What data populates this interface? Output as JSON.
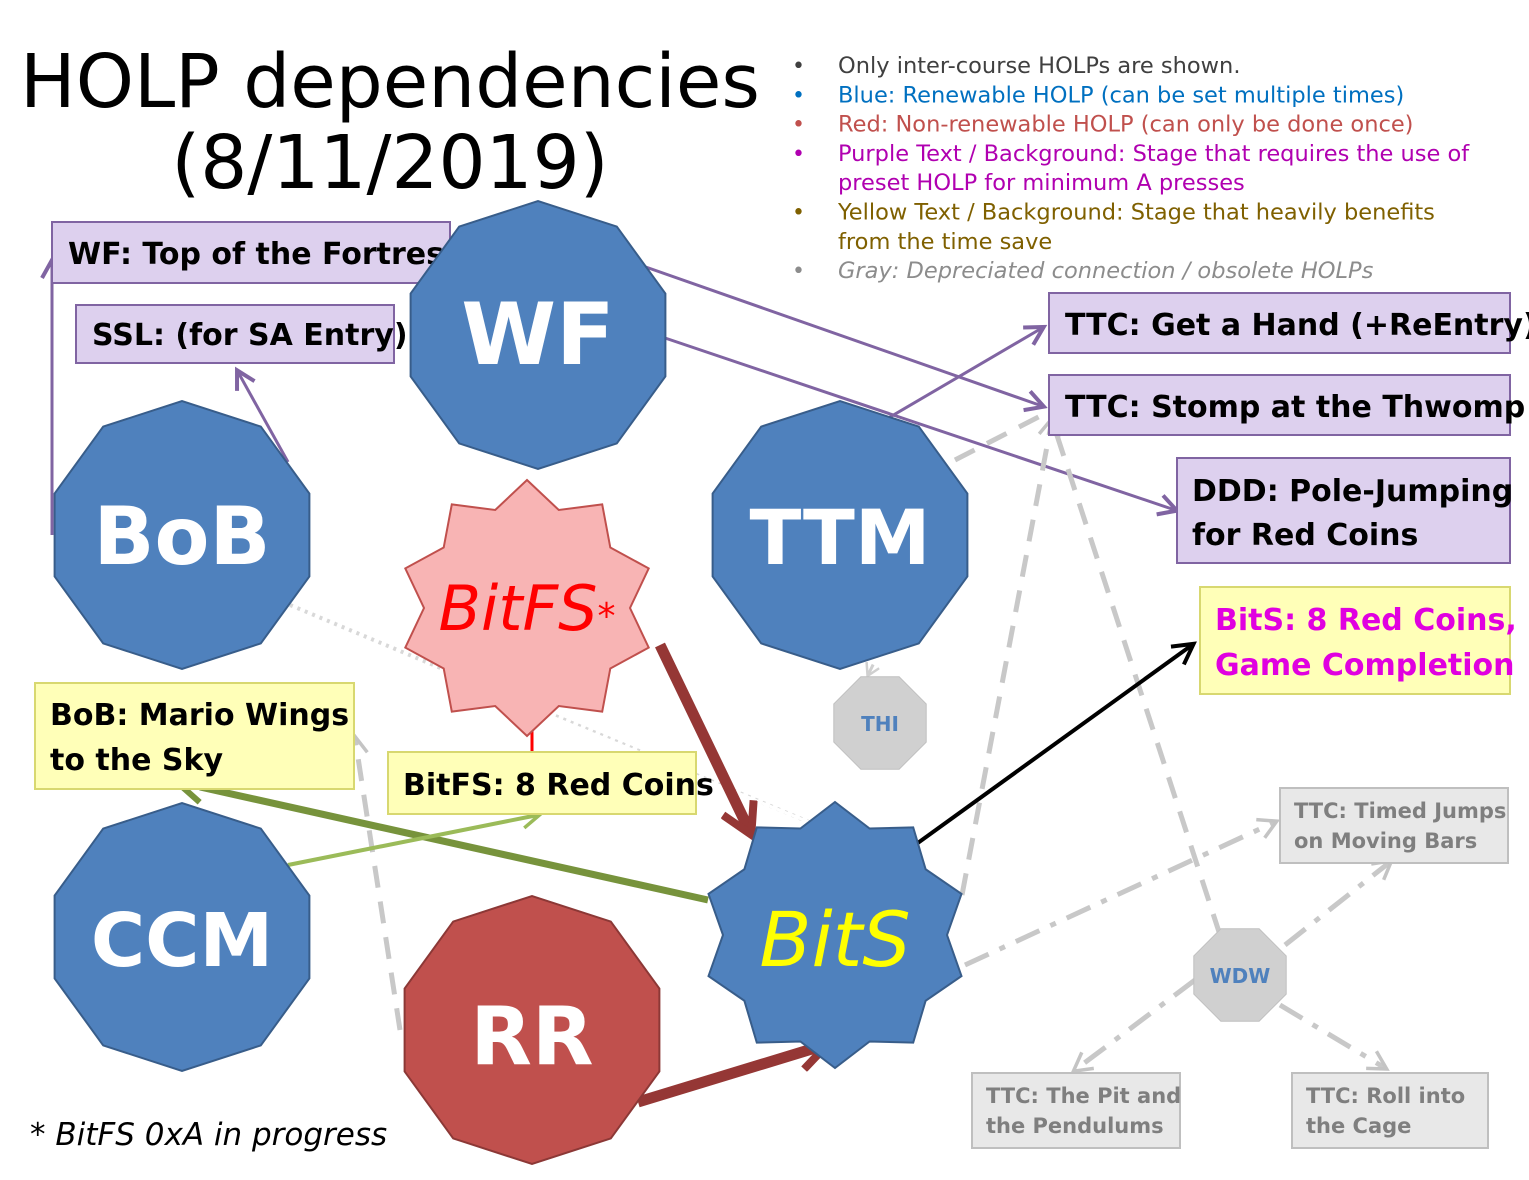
{
  "title": {
    "line1": "HOLP dependencies",
    "line2": "(8/11/2019)"
  },
  "legend": [
    {
      "text": "Only inter-course HOLPs are shown.",
      "color": "#404040",
      "italic": false
    },
    {
      "text": "Blue: Renewable HOLP (can be set multiple times)",
      "color": "#0070c0",
      "italic": false
    },
    {
      "text": "Red: Non-renewable HOLP (can only be done once)",
      "color": "#c0504d",
      "italic": false
    },
    {
      "text": "Purple Text / Background: Stage that requires the use of",
      "color": "#b000b0",
      "italic": false
    },
    {
      "text": "preset HOLP for minimum A presses",
      "color": "#b000b0",
      "italic": false,
      "continuation": true
    },
    {
      "text": "Yellow Text / Background: Stage that heavily benefits",
      "color": "#7f6000",
      "italic": false
    },
    {
      "text": "from the time save",
      "color": "#7f6000",
      "italic": false,
      "continuation": true
    },
    {
      "text": "Gray: Depreciated connection / obsolete HOLPs",
      "color": "#8c8c8c",
      "italic": true
    }
  ],
  "courses": {
    "wf": "WF",
    "bob": "BoB",
    "ttm": "TTM",
    "ccm": "CCM",
    "rr": "RR",
    "bits": "BitS",
    "bitfs": "BitFS",
    "bitfs_star": "*",
    "thi": "THI",
    "wdw": "WDW"
  },
  "stages": {
    "wf_top": "WF: Top of the Fortress",
    "ssl_sa": "SSL: (for SA Entry)",
    "ttc_hand": "TTC: Get a Hand (+ReEntry)",
    "ttc_stomp": "TTC: Stomp at the Thwomp",
    "ddd_pole_1": "DDD: Pole-Jumping",
    "ddd_pole_2": "for Red Coins",
    "bits_red_1": "BitS: 8 Red Coins,",
    "bits_red_2": "Game Completion",
    "bob_wings_1": "BoB: Mario Wings",
    "bob_wings_2": "to the Sky",
    "bitfs_red": "BitFS: 8 Red Coins",
    "ttc_timed_1": "TTC: Timed Jumps",
    "ttc_timed_2": "on Moving Bars",
    "ttc_pit_1": "TTC: The Pit and",
    "ttc_pit_2": "the Pendulums",
    "ttc_cage_1": "TTC: Roll into",
    "ttc_cage_2": "the Cage"
  },
  "footnote": "* BitFS 0xA in progress",
  "colors": {
    "renewable": "#4f81bd",
    "non_renewable": "#c0504d",
    "bitfs_fill": "#f8b4b4",
    "purple_box": "#ddd0ee",
    "purple_edge": "#8064a2",
    "yellow_box": "#ffffb8",
    "gray_node": "#d0d0d0",
    "dark_red_arrow": "#953735",
    "green_arrow": "#77933c",
    "light_green_arrow": "#9bbb59",
    "magenta_text": "#e000e0"
  }
}
